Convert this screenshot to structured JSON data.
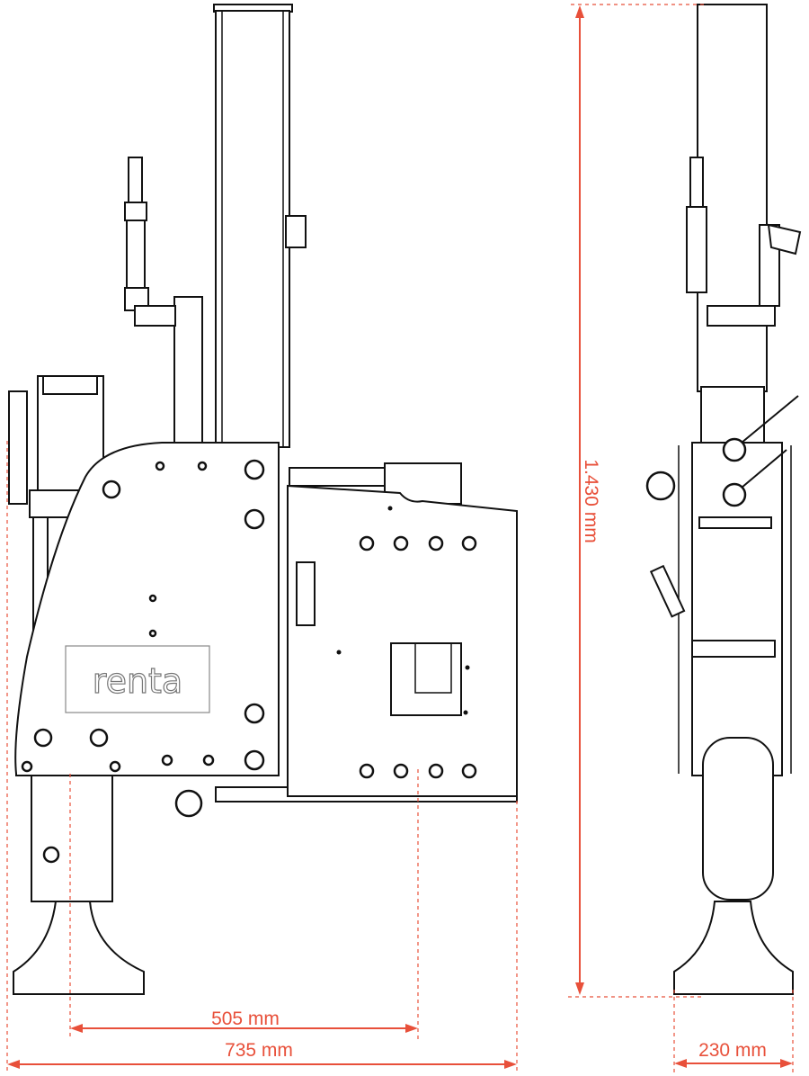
{
  "logo_text": "renta",
  "dimensions": {
    "depth_inner": "505 mm",
    "depth_total": "735 mm",
    "height_total": "1.430 mm",
    "width_total": "230 mm"
  },
  "colors": {
    "dimension": "#e8503a",
    "line": "#111111"
  }
}
